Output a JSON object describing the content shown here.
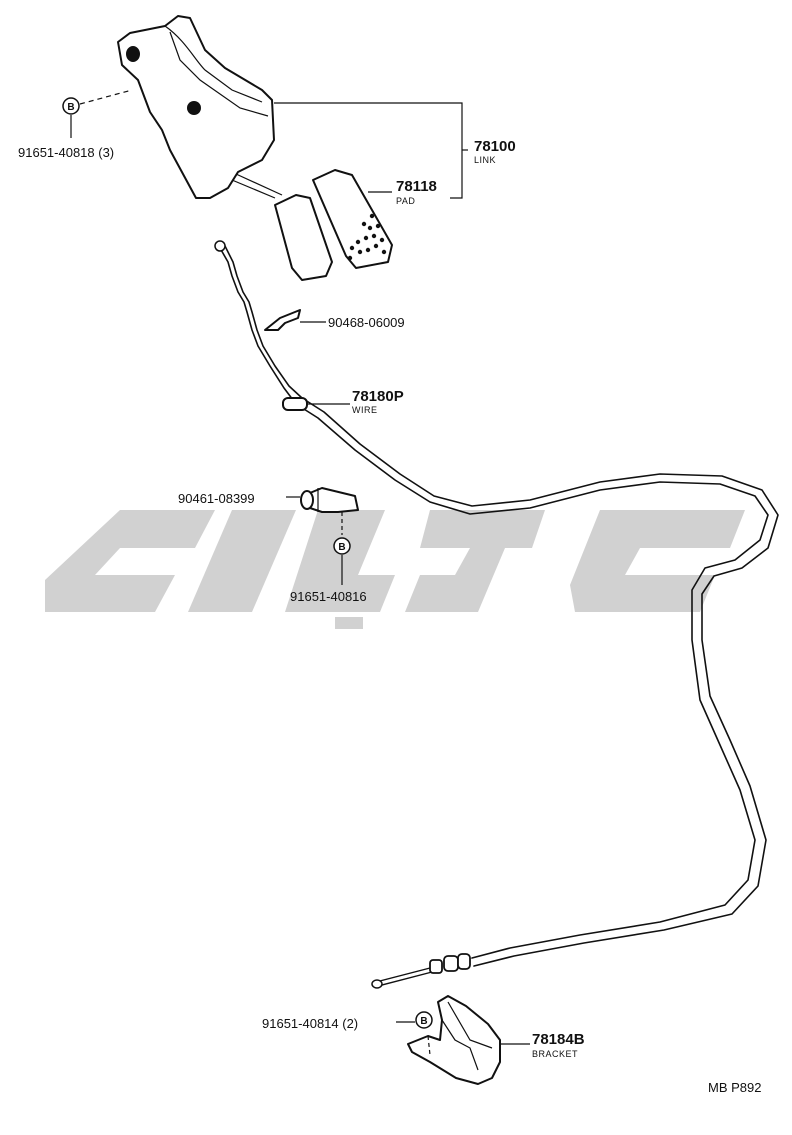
{
  "diagram": {
    "code": "MB P892",
    "bolt_symbol": "B",
    "parts": [
      {
        "number": "78100",
        "name": "LINK"
      },
      {
        "number": "78118",
        "name": "PAD"
      },
      {
        "number": "91651-40818 (3)"
      },
      {
        "number": "90468-06009"
      },
      {
        "number": "78180P",
        "name": "WIRE"
      },
      {
        "number": "90461-08399"
      },
      {
        "number": "91651-40816"
      },
      {
        "number": "91651-40814 (2)"
      },
      {
        "number": "78184B",
        "name": "BRACKET"
      }
    ]
  }
}
